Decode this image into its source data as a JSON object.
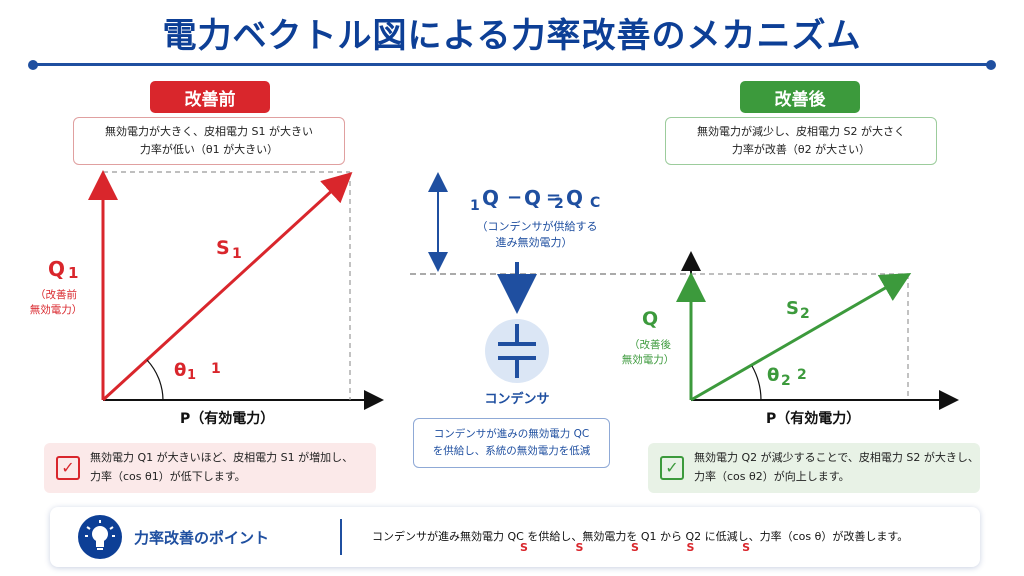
{
  "title": "電力ベクトル図による力率改善のメカニズム",
  "before": {
    "badge": "改善前",
    "note_line1": "無効電力が大きく、皮相電力 S1 が大きい",
    "note_line2": "力率が低い（θ1 が大きい）",
    "q_label": "Q",
    "q_sub": "1",
    "q_desc_1": "（改善前",
    "q_desc_2": "無効電力）",
    "s_label": "S",
    "s_sub": "1",
    "theta_label": "θ",
    "theta_sub": "1",
    "theta_extra": "1",
    "p_label": "P（有効電力）",
    "summary_line1": "無効電力 Q1 が大きいほど、皮相電力 S1 が増加し、",
    "summary_line2": "力率（cos θ1）が低下します。"
  },
  "middle": {
    "formula_q1": "Q",
    "formula_sub1": "1",
    "formula_minus": "−",
    "formula_q2": "Q",
    "formula_eq": "=",
    "formula_sub2": "2",
    "formula_qc": "Q",
    "formula_subc": "C",
    "formula_desc1": "（コンデンサが供給する",
    "formula_desc2": "進み無効電力）",
    "capacitor_label": "コンデンサ",
    "box_line1": "コンデンサが進みの無効電力 QC",
    "box_line2": "を供給し、系統の無効電力を低減"
  },
  "after": {
    "badge": "改善後",
    "note_line1": "無効電力が減少し、皮相電力 S2 が大さく",
    "note_line2": "力率が改善（θ2 が大さい）",
    "q_label": "Q",
    "q_desc_1": "（改善後",
    "q_desc_2": "無効電力）",
    "s_label": "S",
    "s_sub": "2",
    "theta_label": "θ",
    "theta_sub": "2",
    "theta_extra": "2",
    "p_label": "P（有効電力）",
    "summary_line1": "無効電力 Q2 が減少することで、皮相電力 S2 が大きし、",
    "summary_line2": "力率（cos θ2）が向上します。"
  },
  "footer": {
    "heading": "力率改善のポイント",
    "text": "コンデンサが進み無効電力 QC を供給し、無効電力を Q1 から Q2 に低減し、力率（cos θ）が改善します。",
    "stray": [
      "S",
      "S",
      "S",
      "S",
      "S"
    ]
  },
  "colors": {
    "red": "#d9262c",
    "green": "#3c9a3c",
    "blue": "#1f4fa0",
    "navy": "#0d3f96"
  },
  "icons": {
    "check": "checkmark-icon",
    "bulb": "lightbulb-icon",
    "capacitor": "capacitor-icon"
  }
}
